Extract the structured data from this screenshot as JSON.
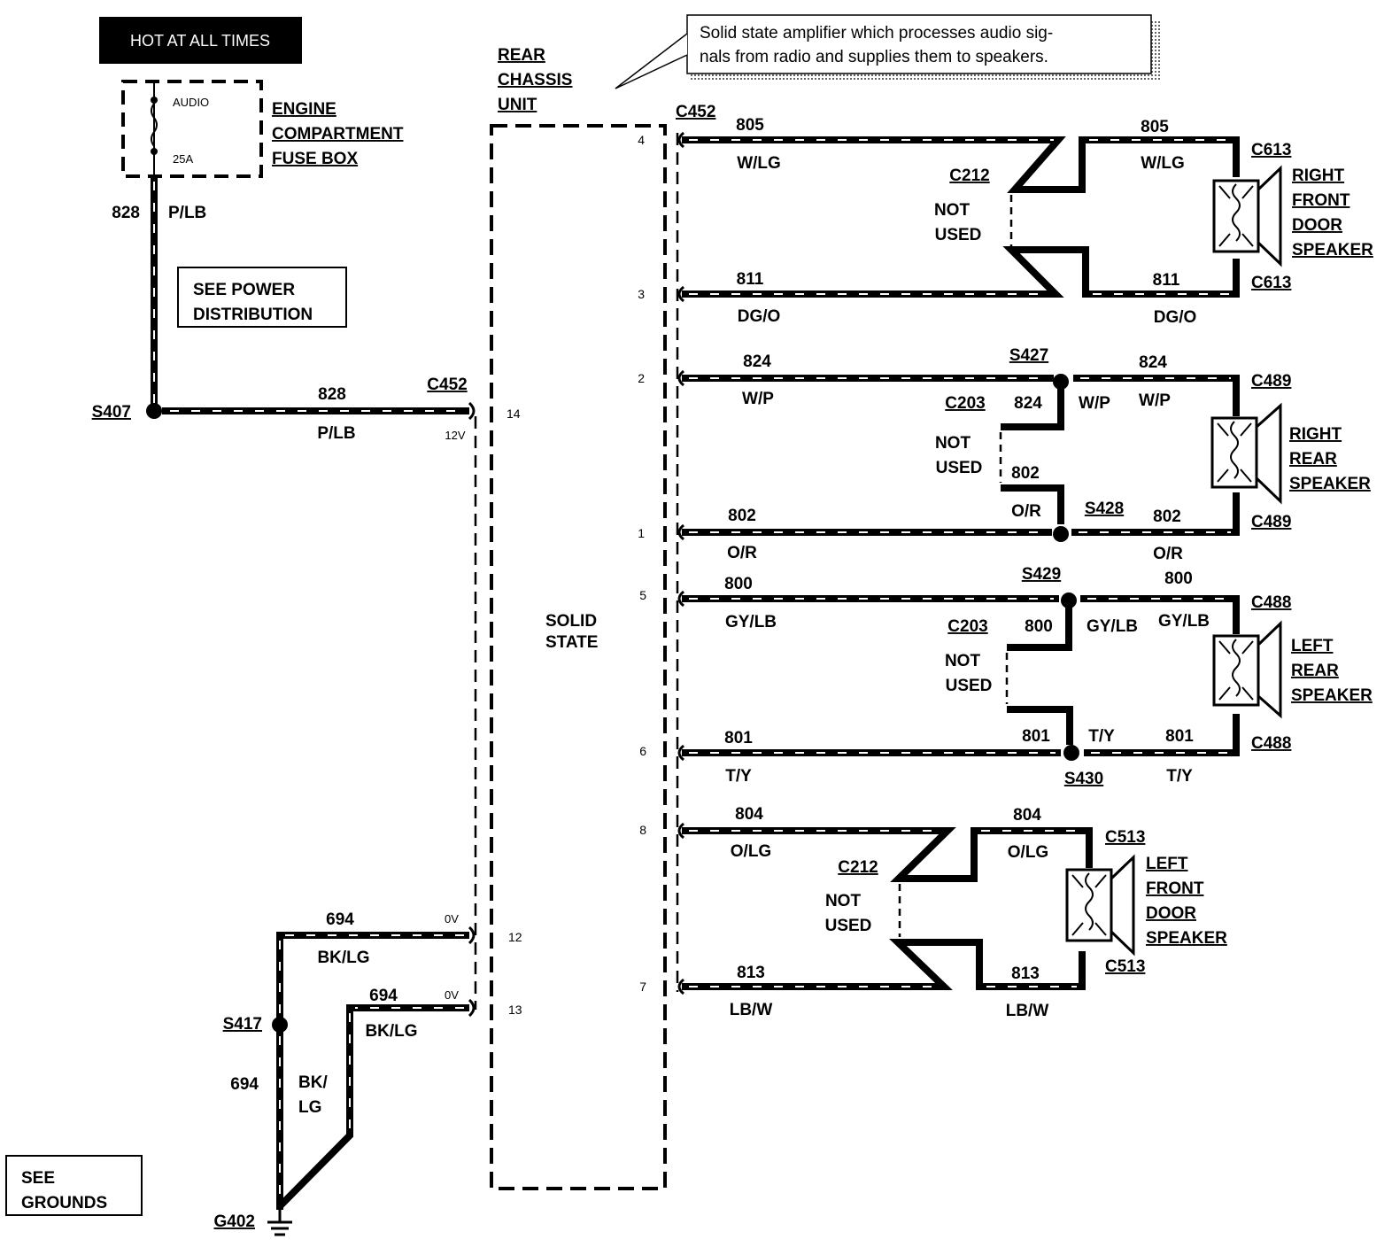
{
  "hot_label": "HOT AT ALL TIMES",
  "fuse": {
    "name": "AUDIO",
    "rating": "25A"
  },
  "fuse_box": [
    "ENGINE",
    "COMPARTMENT",
    "FUSE BOX"
  ],
  "see_power": [
    "SEE POWER",
    "DISTRIBUTION"
  ],
  "see_grounds": [
    "SEE",
    "GROUNDS"
  ],
  "rear_chassis": [
    "REAR",
    "CHASSIS",
    "UNIT"
  ],
  "amp_note": [
    "Solid state amplifier which processes audio sig-",
    "nals from radio and supplies them to speakers."
  ],
  "solid_state": [
    "SOLID",
    "STATE"
  ],
  "not_used": [
    "NOT",
    "USED"
  ],
  "voltage": {
    "v12": "12V",
    "v0": "0V"
  },
  "pins": [
    "4",
    "3",
    "2",
    "1",
    "5",
    "6",
    "14",
    "8",
    "7",
    "12",
    "13"
  ],
  "connectors": {
    "c452": "C452",
    "c212": "C212",
    "c203": "C203",
    "c613": "C613",
    "c489": "C489",
    "c488": "C488",
    "c513": "C513"
  },
  "splices": {
    "s407": "S407",
    "s417": "S417",
    "s427": "S427",
    "s428": "S428",
    "s429": "S429",
    "s430": "S430"
  },
  "ground": "G402",
  "circuits": {
    "c828": "828",
    "c805": "805",
    "c811": "811",
    "c824": "824",
    "c802": "802",
    "c800": "800",
    "c801": "801",
    "c804": "804",
    "c813": "813",
    "c694": "694"
  },
  "colors": {
    "plb": "P/LB",
    "wlg": "W/LG",
    "dgo": "DG/O",
    "wp": "W/P",
    "or": "O/R",
    "gylb": "GY/LB",
    "ty": "T/Y",
    "olg": "O/LG",
    "lbw": "LB/W",
    "bklg": "BK/LG",
    "bk_slash": "BK/",
    "lg": "LG"
  },
  "speakers": {
    "right_front": [
      "RIGHT",
      "FRONT",
      "DOOR",
      "SPEAKER"
    ],
    "right_rear": [
      "RIGHT",
      "REAR",
      "SPEAKER"
    ],
    "left_rear": [
      "LEFT",
      "REAR",
      "SPEAKER"
    ],
    "left_front": [
      "LEFT",
      "FRONT",
      "DOOR",
      "SPEAKER"
    ]
  }
}
